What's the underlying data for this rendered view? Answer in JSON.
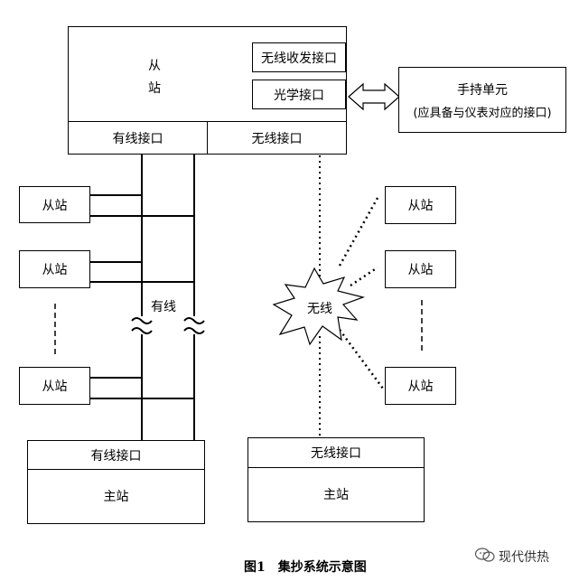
{
  "top_slave": {
    "name_char_1": "从",
    "name_char_2": "站",
    "wireless_transceiver": "无线收发接口",
    "optical": "光学接口",
    "wired_interface": "有线接口",
    "wireless_interface": "无线接口"
  },
  "handheld": {
    "line1": "手持单元",
    "line2": "(应具备与仪表对应的接口)"
  },
  "left_slaves": [
    "从站",
    "从站",
    "从站"
  ],
  "right_slaves": [
    "从站",
    "从站",
    "从站"
  ],
  "wired_label": "有线",
  "wireless_burst_label": "无线",
  "master_wired": {
    "interface": "有线接口",
    "name": "主站"
  },
  "master_wireless": {
    "interface": "无线接口",
    "name": "主站"
  },
  "caption": "图1　集抄系统示意图",
  "watermark": "现代供热",
  "colors": {
    "line": "#000000",
    "background": "#ffffff"
  }
}
